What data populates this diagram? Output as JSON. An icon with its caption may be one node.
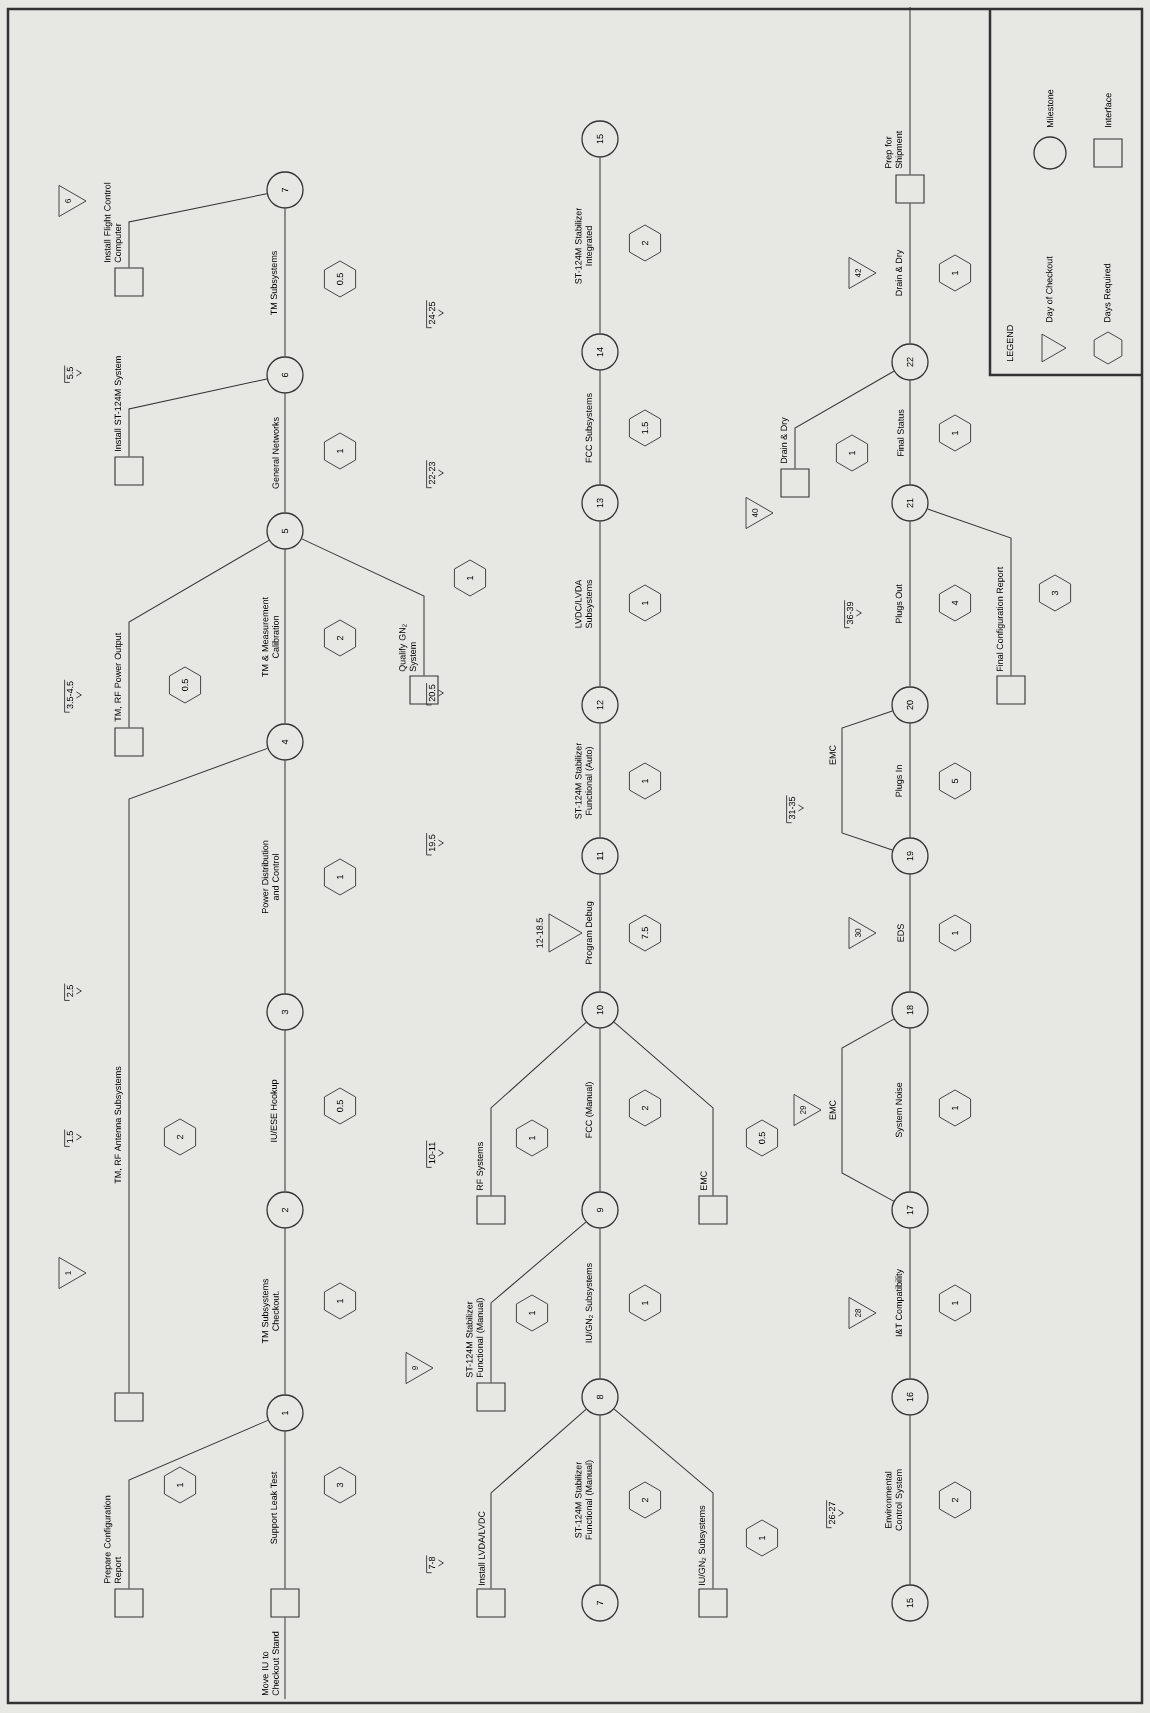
{
  "diagram": {
    "nodes": [
      {
        "text": [],
        "shape": "box"
      },
      {
        "text": [
          "1"
        ]
      },
      {
        "text": [
          "2"
        ]
      },
      {
        "text": [
          "3"
        ]
      },
      {
        "text": [
          "4"
        ]
      },
      {
        "text": [
          "5"
        ]
      },
      {
        "text": [
          "6"
        ]
      },
      {
        "text": [
          "7"
        ]
      },
      {
        "text": [],
        "shape": "box"
      },
      {
        "text": [],
        "shape": "box"
      },
      {
        "text": [],
        "shape": "box"
      },
      {
        "text": [],
        "shape": "box"
      },
      {
        "text": [],
        "shape": "box"
      },
      {
        "text": [],
        "shape": "box"
      },
      {
        "text": [
          "1"
        ]
      },
      {
        "text": [
          "6"
        ]
      },
      {
        "text": [
          "1"
        ]
      },
      {
        "text": [
          "3"
        ]
      },
      {
        "text": [
          "1"
        ]
      },
      {
        "text": [
          "2"
        ]
      },
      {
        "text": [
          "0.5"
        ]
      },
      {
        "text": [
          "1"
        ]
      },
      {
        "text": [
          "0.5"
        ]
      },
      {
        "text": [
          "2"
        ]
      },
      {
        "text": [
          "1"
        ]
      },
      {
        "text": [
          "1"
        ]
      },
      {
        "text": [
          "0.5"
        ]
      },
      {
        "text": [
          "7"
        ]
      },
      {
        "text": [
          "8"
        ]
      },
      {
        "text": [
          "9"
        ]
      },
      {
        "text": [
          "10"
        ]
      },
      {
        "text": [
          "11"
        ]
      },
      {
        "text": [
          "12"
        ]
      },
      {
        "text": [
          "13"
        ]
      },
      {
        "text": [
          "14"
        ]
      },
      {
        "text": [
          "15"
        ]
      },
      {
        "text": [],
        "shape": "box"
      },
      {
        "text": [],
        "shape": "box"
      },
      {
        "text": [],
        "shape": "box"
      },
      {
        "text": [],
        "shape": "box"
      },
      {
        "text": [],
        "shape": "box"
      },
      {
        "text": [
          "9"
        ]
      },
      {
        "text": [],
        "shape": "triangle",
        "beside": [
          "12-18.5"
        ]
      },
      {
        "text": [
          "2"
        ]
      },
      {
        "text": [
          "1"
        ]
      },
      {
        "text": [
          "1"
        ]
      },
      {
        "text": [
          "1"
        ]
      },
      {
        "text": [
          "1"
        ]
      },
      {
        "text": [
          "2"
        ]
      },
      {
        "text": [
          "0.5"
        ]
      },
      {
        "text": [
          "7.5"
        ]
      },
      {
        "text": [
          "1"
        ]
      },
      {
        "text": [
          "1"
        ]
      },
      {
        "text": [
          "1.5"
        ]
      },
      {
        "text": [
          "2"
        ]
      },
      {
        "text": [
          "15"
        ]
      },
      {
        "text": [
          "16"
        ]
      },
      {
        "text": [
          "17"
        ]
      },
      {
        "text": [
          "18"
        ]
      },
      {
        "text": [
          "19"
        ]
      },
      {
        "text": [
          "20"
        ]
      },
      {
        "text": [
          "21"
        ]
      },
      {
        "text": [
          "22"
        ]
      },
      {
        "text": [],
        "shape": "box"
      },
      {
        "text": [],
        "shape": "box"
      },
      {
        "text": [],
        "shape": "box"
      },
      {
        "text": [
          "28"
        ]
      },
      {
        "text": [
          "29"
        ]
      },
      {
        "text": [
          "30"
        ]
      },
      {
        "text": [
          "40"
        ]
      },
      {
        "text": [
          "42"
        ]
      },
      {
        "text": [
          "2"
        ]
      },
      {
        "text": [
          "1"
        ]
      },
      {
        "text": [
          "1"
        ]
      },
      {
        "text": [
          "1"
        ]
      },
      {
        "text": [
          "5"
        ]
      },
      {
        "text": [
          "4"
        ]
      },
      {
        "text": [
          "3"
        ]
      },
      {
        "text": [
          "1"
        ]
      },
      {
        "text": [
          "1"
        ]
      },
      {
        "text": [
          "1"
        ]
      }
    ],
    "edges": [
      {
        "from": null,
        "to": 0,
        "arrow": "none",
        "label": "Move IU to Checkout Stand"
      },
      {
        "from": 0,
        "to": 1,
        "arrow": "none",
        "label": "Support Leak Test"
      },
      {
        "from": 1,
        "to": 2,
        "arrow": "none",
        "label": "TM Subsystems Checkout."
      },
      {
        "from": 2,
        "to": 3,
        "arrow": "none",
        "label": "IU/ESE Hookup"
      },
      {
        "from": 3,
        "to": 4,
        "arrow": "none",
        "label": "Power Distribution and Control"
      },
      {
        "from": 4,
        "to": 5,
        "arrow": "none",
        "label": "TM & Measurement Calibration"
      },
      {
        "from": 5,
        "to": 6,
        "arrow": "none",
        "label": "General Networks"
      },
      {
        "from": 6,
        "to": 7,
        "arrow": "none",
        "label": "TM Subsystems"
      },
      {
        "from": 8,
        "to": 1,
        "arrow": "none",
        "label": "Prepare Configuration Report"
      },
      {
        "from": 9,
        "to": 4,
        "arrow": "none",
        "label": "TM, RF Antenna Subsystems"
      },
      {
        "from": 10,
        "to": 5,
        "arrow": "none",
        "label": "TM, RF Power Output"
      },
      {
        "from": 11,
        "to": 5,
        "arrow": "none",
        "label": "Qualify GN$_{2}$ System"
      },
      {
        "from": 12,
        "to": 6,
        "arrow": "none",
        "label": "Install ST-124M System"
      },
      {
        "from": 13,
        "to": 7,
        "arrow": "none",
        "label": "Install Flight Control Computer"
      },
      {
        "from": 27,
        "to": 28,
        "arrow": "none",
        "label": "ST-124M Stabilizer Functional (Manual)"
      },
      {
        "from": 28,
        "to": 29,
        "arrow": "none",
        "label": "IU/GN$_{2}$ Subsystems"
      },
      {
        "from": 29,
        "to": 30,
        "arrow": "none",
        "label": "FCC (Manual)"
      },
      {
        "from": 30,
        "to": 31,
        "arrow": "none",
        "label": "Program Debug"
      },
      {
        "from": 31,
        "to": 32,
        "arrow": "none",
        "label": "ST-124M Stabilizer Functional (Auto)"
      },
      {
        "from": 32,
        "to": 33,
        "arrow": "none",
        "label": "LVDC/LVDA Subsystems"
      },
      {
        "from": 33,
        "to": 34,
        "arrow": "none",
        "label": "FCC Subsystems"
      },
      {
        "from": 34,
        "to": 35,
        "arrow": "none",
        "label": "ST-124M Stabilizer Integrated"
      },
      {
        "from": 36,
        "to": 28,
        "arrow": "none",
        "label": "Install LVDA/LVDC"
      },
      {
        "from": 37,
        "to": 28,
        "arrow": "none",
        "label": "IU/GN$_{2}$ Subsystems"
      },
      {
        "from": 38,
        "to": 29,
        "arrow": "none",
        "label": "ST-124M Stabilizer Functional (Manual)"
      },
      {
        "from": 39,
        "to": 30,
        "arrow": "none",
        "label": "RF Systems"
      },
      {
        "from": 40,
        "to": 30,
        "arrow": "none",
        "label": "EMC"
      },
      {
        "from": 55,
        "to": 56,
        "arrow": "none",
        "label": "Environmental Control System"
      },
      {
        "from": 56,
        "to": 57,
        "arrow": "none",
        "label": "I&T Compatibility"
      },
      {
        "from": 57,
        "to": 58,
        "arrow": "none",
        "label": "System Noise"
      },
      {
        "from": 57,
        "to": 58,
        "arrow": "none",
        "label": "EMC"
      },
      {
        "from": 58,
        "to": 59,
        "arrow": "none",
        "label": "EDS"
      },
      {
        "from": 59,
        "to": 60,
        "arrow": "none",
        "label": "Plugs In"
      },
      {
        "from": 59,
        "to": 60,
        "arrow": "none",
        "label": "EMC"
      },
      {
        "from": 60,
        "to": 61,
        "arrow": "none",
        "label": "Plugs Out"
      },
      {
        "from": 61,
        "to": 62,
        "arrow": "none",
        "label": "Final Status"
      },
      {
        "from": 62,
        "to": 63,
        "arrow": "none",
        "label": "Drain & Dry"
      },
      {
        "from": 63,
        "to": null,
        "arrow": "none",
        "label": "Prep for Shipment"
      },
      {
        "from": 64,
        "to": 62,
        "arrow": "none",
        "label": "Drain & Dry"
      },
      {
        "from": 65,
        "to": 61,
        "arrow": "none",
        "label": "Final Configuration Report"
      }
    ],
    "labels": [
      "1.5",
      "2.5",
      "3.5-4.5",
      "5.5",
      "7-8",
      "10-11",
      "19.5",
      "20.5",
      "22-23",
      "24-25",
      "26-27",
      "31-35",
      "36-39",
      "LEGEND"
    ],
    "legend": [
      {
        "text": "Day of Checkout"
      },
      {
        "text": "Days Required"
      },
      {
        "text": "Milestone"
      },
      {
        "text": "Interface"
      }
    ]
  }
}
